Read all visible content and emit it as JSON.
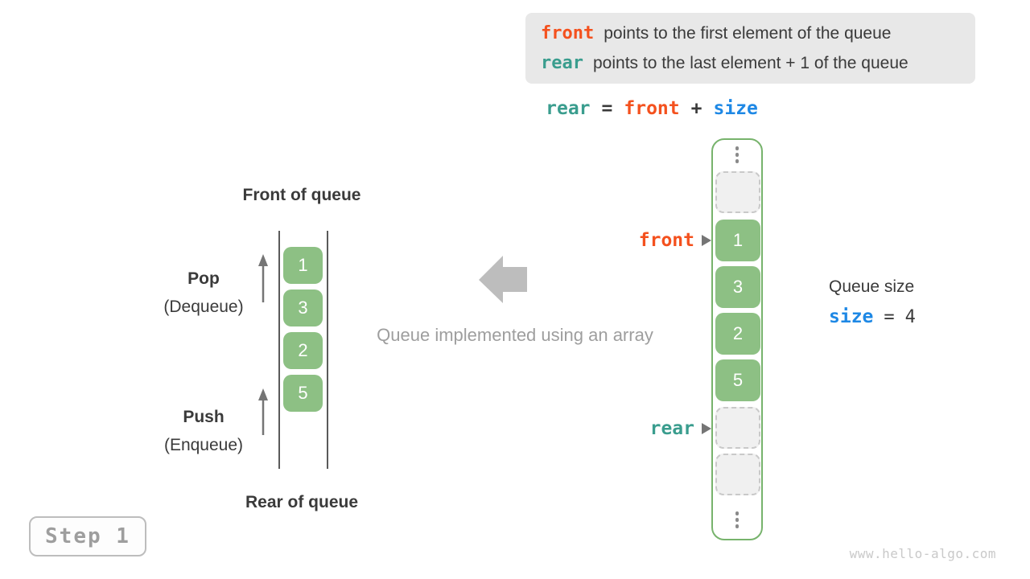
{
  "colors": {
    "orange": "#f4511e",
    "teal": "#3a9d8e",
    "blue": "#1e88e5",
    "green": "#8dc084",
    "green_border": "#77b36c",
    "legend_bg": "#e8e8e8",
    "dark_text": "#3a3a3a",
    "gray_text": "#9e9e9e",
    "arrow_gray": "#757575",
    "big_arrow": "#bdbdbd",
    "empty_fill": "#f0f0f0",
    "empty_border": "#c9c9c9",
    "watermark": "#c9c9c9"
  },
  "legend": {
    "lines": [
      {
        "keyword": "front",
        "text": "points to the first element of the queue"
      },
      {
        "keyword": "rear",
        "text": "points to the last element + 1 of the queue"
      }
    ]
  },
  "formula": {
    "lhs": "rear",
    "eq": "=",
    "op1": "front",
    "plus": "+",
    "op2": "size"
  },
  "left_queue": {
    "title_front": "Front of queue",
    "title_rear": "Rear of queue",
    "pop": {
      "label": "Pop",
      "sub": "(Dequeue)"
    },
    "push": {
      "label": "Push",
      "sub": "(Enqueue)"
    },
    "values": [
      "1",
      "3",
      "2",
      "5"
    ]
  },
  "caption": "Queue implemented using an array",
  "array_view": {
    "front_pointer": "front",
    "rear_pointer": "rear",
    "values": [
      "1",
      "3",
      "2",
      "5"
    ]
  },
  "size_panel": {
    "title": "Queue size",
    "variable": "size",
    "equals": "=",
    "value": "4"
  },
  "step_badge": "Step 1",
  "watermark": "www.hello-algo.com"
}
